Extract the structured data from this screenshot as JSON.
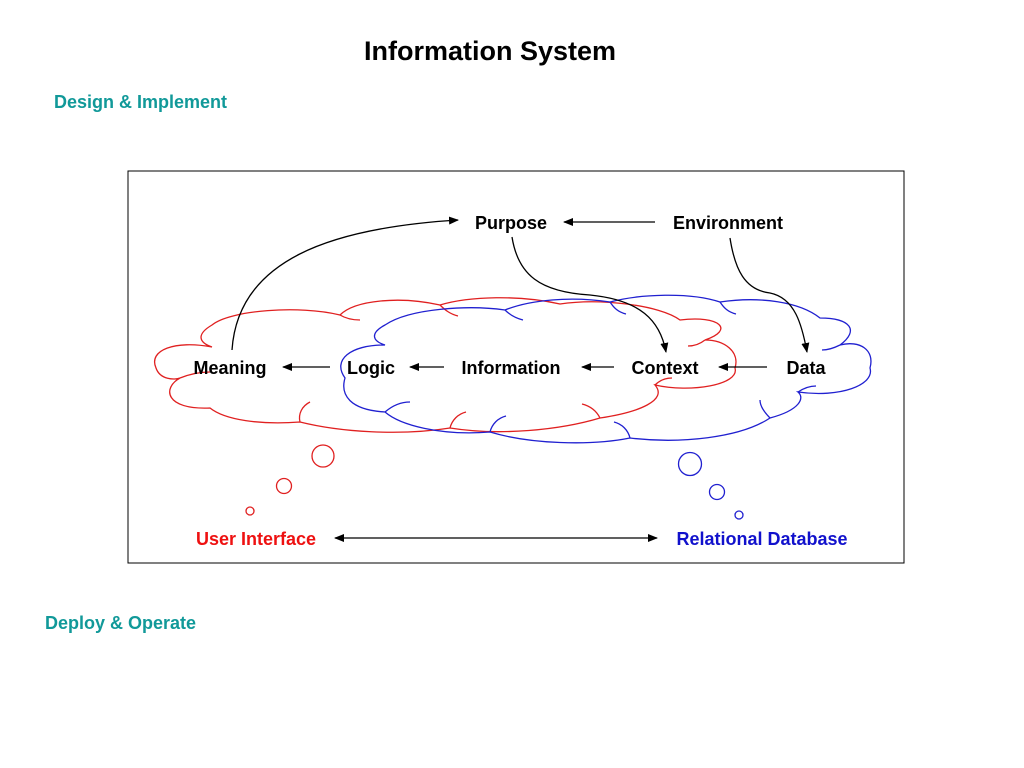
{
  "title": "Information System",
  "sections": {
    "design": "Design & Implement",
    "deploy": "Deploy & Operate"
  },
  "diagram": {
    "nodes": {
      "purpose": "Purpose",
      "environment": "Environment",
      "meaning": "Meaning",
      "logic": "Logic",
      "information": "Information",
      "context": "Context",
      "data": "Data",
      "user_interface": "User Interface",
      "relational_database": "Relational Database"
    },
    "colors": {
      "accent_teal": "#119999",
      "user_interface": "#ee1111",
      "relational_database": "#1111cc",
      "red_cloud": "#e02020",
      "blue_cloud": "#2020d0",
      "lines": "#000000"
    }
  }
}
